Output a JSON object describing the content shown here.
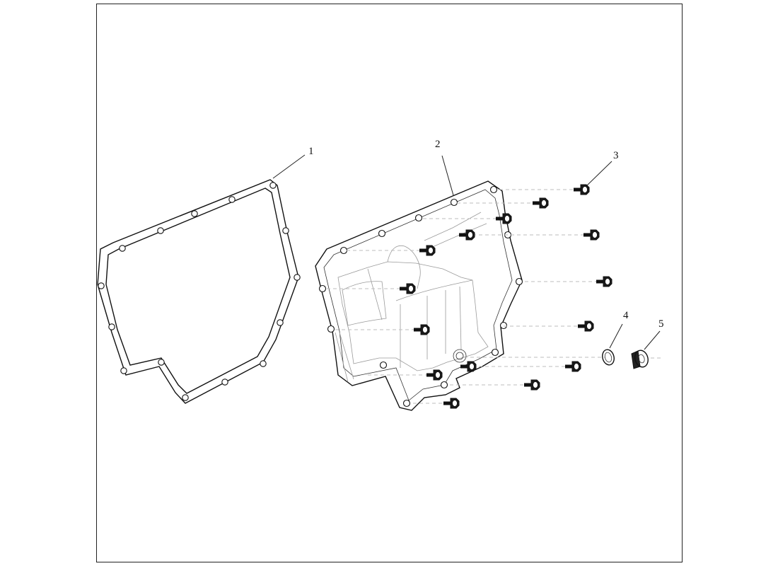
{
  "diagram": {
    "callouts": [
      {
        "id": "1",
        "label": "1"
      },
      {
        "id": "2",
        "label": "2"
      },
      {
        "id": "3",
        "label": "3"
      },
      {
        "id": "4",
        "label": "4"
      },
      {
        "id": "5",
        "label": "5"
      }
    ]
  },
  "colors": {
    "line": "#111111",
    "dash": "#bdbdbd",
    "background": "#ffffff"
  }
}
